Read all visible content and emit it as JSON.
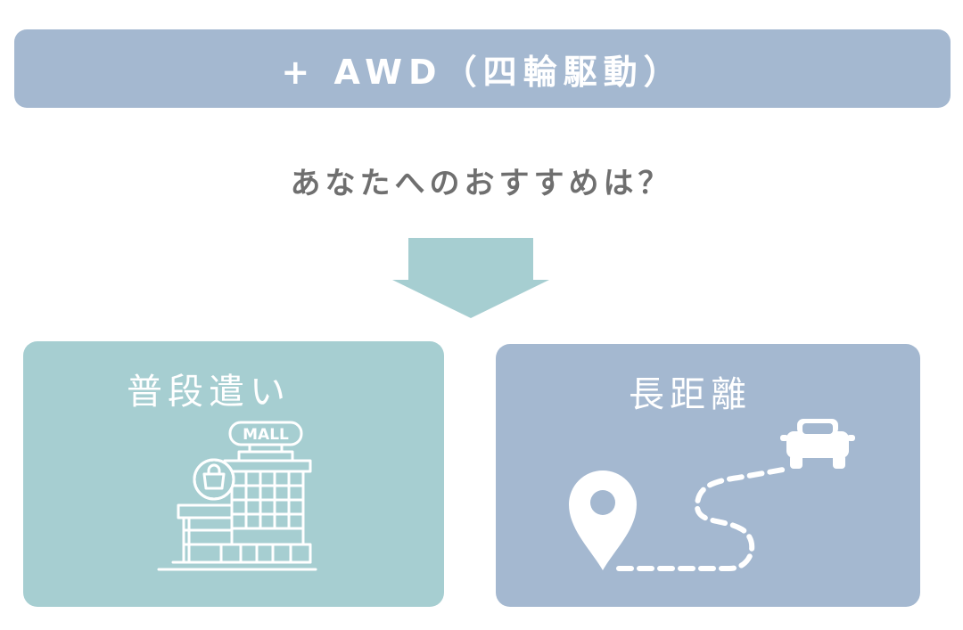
{
  "banner": {
    "text": "+ AWD（四輪駆動）"
  },
  "question": {
    "text": "あなたへのおすすめは？"
  },
  "cards": {
    "daily": {
      "title": "普段遣い",
      "icon": "shopping-mall-icon",
      "sign_text": "MALL"
    },
    "long_distance": {
      "title": "長距離",
      "icon": "map-route-car-icon"
    }
  },
  "colors": {
    "banner": "#a4b8d0",
    "question_text": "#6f6f6f",
    "arrow": "#a6ced1",
    "daily_card": "#a6ced1",
    "long_card": "#a4b8d0",
    "icon": "#ffffff"
  }
}
